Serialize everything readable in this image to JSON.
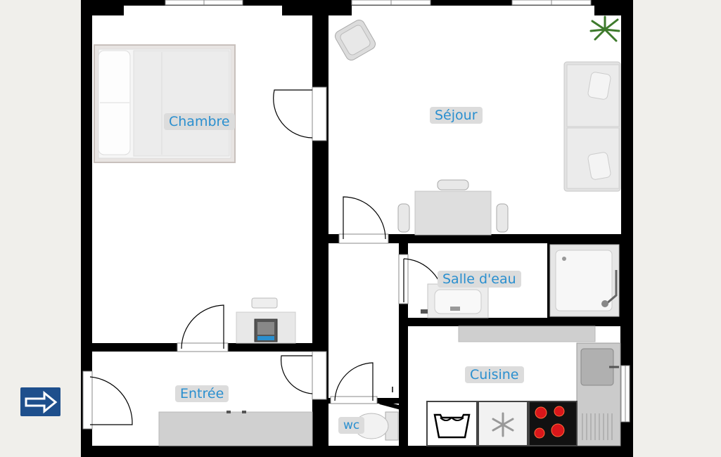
{
  "rooms": {
    "chambre": "Chambre",
    "sejour": "Séjour",
    "salle_eau": "Salle d'eau",
    "entree": "Entrée",
    "cuisine": "Cuisine",
    "wc": "wc"
  },
  "icons": {
    "entrance_arrow": "right-arrow-icon",
    "washing_machine": "washing-machine-icon",
    "freezer": "snowflake-icon",
    "cooktop": "cooktop-icon"
  },
  "colors": {
    "wall": "#000000",
    "floor": "#ffffff",
    "background": "#f0efeb",
    "label_text": "#2a8fcf",
    "label_bg": "#dcdcdc",
    "arrow_bg": "#1e4f8c",
    "cooktop_burner": "#d9161a"
  }
}
